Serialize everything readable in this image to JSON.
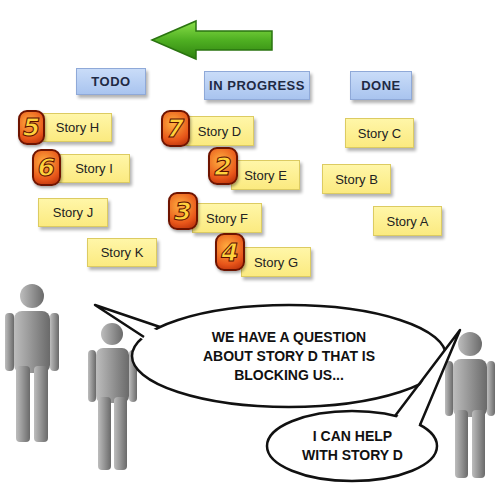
{
  "diagram": {
    "nodes": [
      {
        "text": [
          "TODO"
        ]
      },
      {
        "text": [
          "IN PROGRESS"
        ]
      },
      {
        "text": [
          "DONE"
        ]
      },
      {
        "text": [
          "Story H"
        ]
      },
      {
        "text": [
          "Story D"
        ]
      },
      {
        "text": [
          "Story C"
        ]
      },
      {
        "text": [
          "Story I"
        ]
      },
      {
        "text": [
          "Story E"
        ]
      },
      {
        "text": [
          "Story B"
        ]
      },
      {
        "text": [
          "Story J"
        ]
      },
      {
        "text": [
          "Story F"
        ]
      },
      {
        "text": [
          "Story A"
        ]
      },
      {
        "text": [
          "Story K"
        ]
      },
      {
        "text": [
          "Story G"
        ]
      },
      {
        "text": [
          "WE HAVE A QUESTION ABOUT STORY D THAT IS BLOCKING US..."
        ]
      },
      {
        "text": [
          "I CAN HELP WITH STORY D"
        ]
      }
    ],
    "labels": [
      "5",
      "7",
      "6",
      "2",
      "3",
      "4"
    ]
  }
}
